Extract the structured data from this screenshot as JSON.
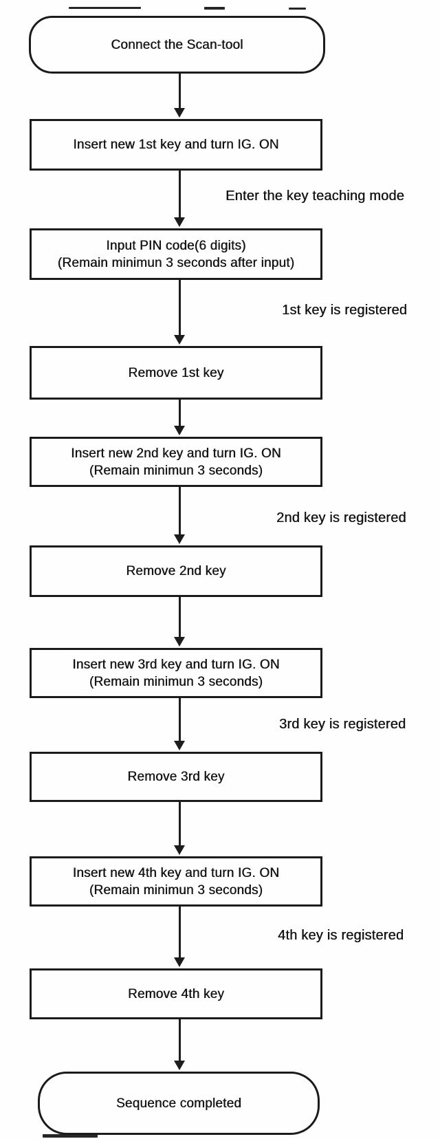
{
  "flowchart": {
    "type": "flowchart",
    "nodes": [
      {
        "label": "Connect the Scan-tool",
        "shape": "terminal"
      },
      {
        "label": "Insert new 1st key and turn IG. ON",
        "shape": "process"
      },
      {
        "label": "Input PIN code(6 digits)\n(Remain minimun 3 seconds after input)",
        "shape": "process"
      },
      {
        "label": "Remove 1st key",
        "shape": "process"
      },
      {
        "label": "Insert new 2nd key and turn IG. ON\n(Remain minimun 3 seconds)",
        "shape": "process"
      },
      {
        "label": "Remove 2nd key",
        "shape": "process"
      },
      {
        "label": "Insert new 3rd key and turn IG. ON\n(Remain minimun 3 seconds)",
        "shape": "process"
      },
      {
        "label": "Remove 3rd key",
        "shape": "process"
      },
      {
        "label": "Insert new 4th key and turn IG. ON\n(Remain minimun 3 seconds)",
        "shape": "process"
      },
      {
        "label": "Remove 4th key",
        "shape": "process"
      },
      {
        "label": "Sequence completed",
        "shape": "terminal"
      }
    ],
    "edges": [
      {
        "from": 0,
        "to": 1,
        "label": ""
      },
      {
        "from": 1,
        "to": 2,
        "label": "Enter the key teaching mode"
      },
      {
        "from": 2,
        "to": 3,
        "label": "1st key is registered"
      },
      {
        "from": 3,
        "to": 4,
        "label": ""
      },
      {
        "from": 4,
        "to": 5,
        "label": "2nd key is registered"
      },
      {
        "from": 5,
        "to": 6,
        "label": ""
      },
      {
        "from": 6,
        "to": 7,
        "label": "3rd key is registered"
      },
      {
        "from": 7,
        "to": 8,
        "label": ""
      },
      {
        "from": 8,
        "to": 9,
        "label": "4th key is registered"
      },
      {
        "from": 9,
        "to": 10,
        "label": ""
      }
    ],
    "colors": {
      "line": "#1b1b1b",
      "text": "#141414",
      "background": "#fefefe"
    }
  }
}
